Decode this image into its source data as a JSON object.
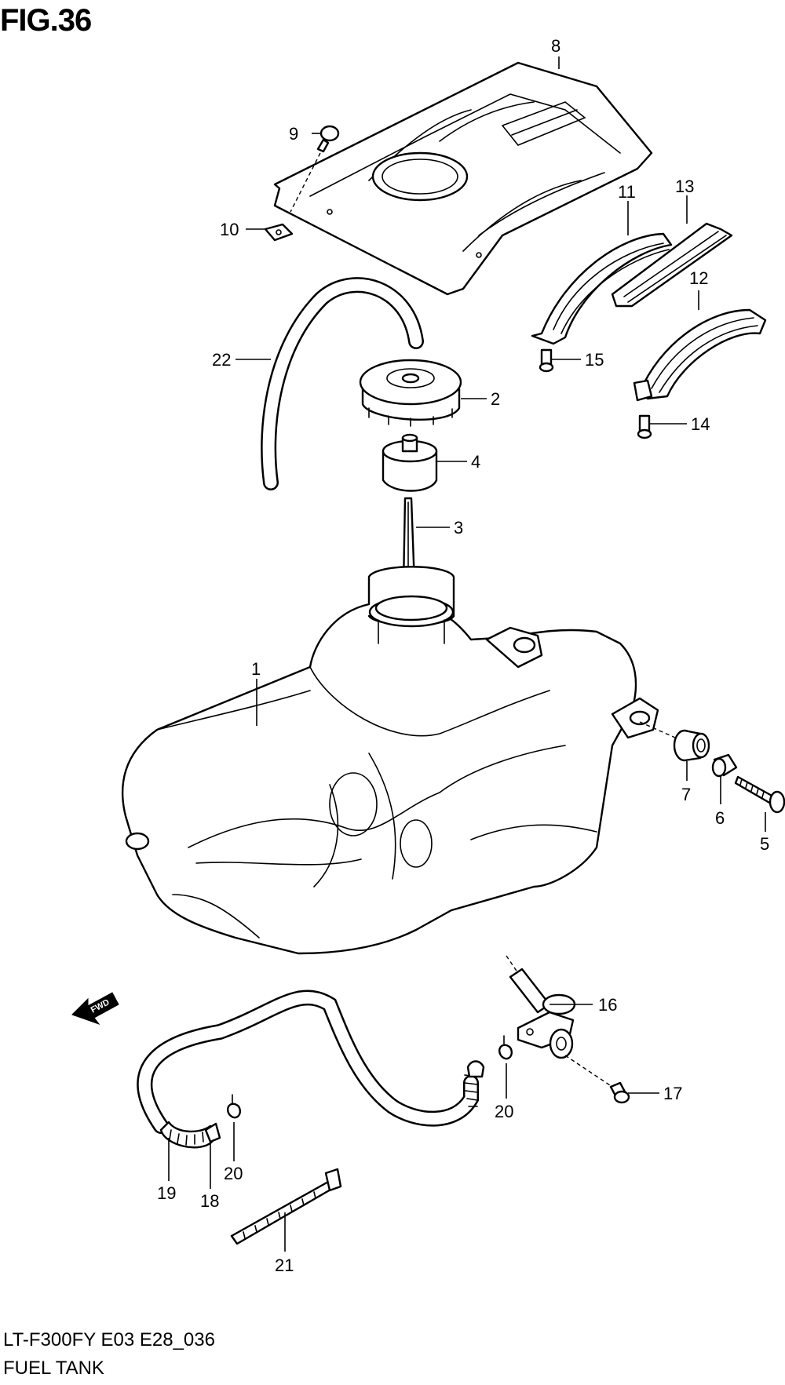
{
  "figure": {
    "title": "FIG.36",
    "code": "LT-F300FY E03 E28_036",
    "name": "FUEL TANK",
    "fwd_label": "FWD"
  },
  "callouts": {
    "c1": "1",
    "c2": "2",
    "c3": "3",
    "c4": "4",
    "c5": "5",
    "c6": "6",
    "c7": "7",
    "c8": "8",
    "c9": "9",
    "c10": "10",
    "c11": "11",
    "c12": "12",
    "c13": "13",
    "c14": "14",
    "c15": "15",
    "c16": "16",
    "c17": "17",
    "c18": "18",
    "c19": "19",
    "c20a": "20",
    "c20b": "20",
    "c21": "21",
    "c22": "22"
  }
}
